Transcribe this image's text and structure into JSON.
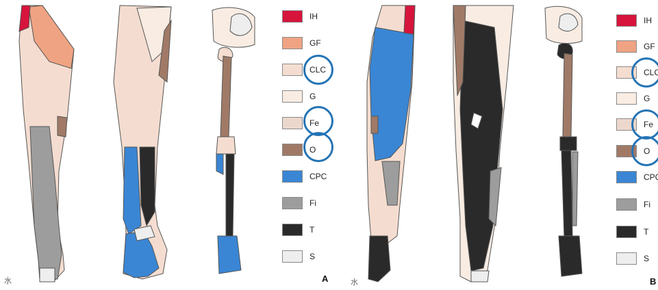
{
  "colors": {
    "IH": "#d7143c",
    "GF": "#efa383",
    "CLC": "#f4ddd0",
    "G": "#f8ece3",
    "Fe": "#ecd7cc",
    "O": "#a07a66",
    "CPC": "#3a86d4",
    "Fi": "#9d9d9d",
    "T": "#2a2a2a",
    "S": "#eeeeee",
    "outline": "#555555",
    "circle": "#2474b5"
  },
  "legend_a": [
    {
      "code": "IH",
      "label": "IH"
    },
    {
      "code": "GF",
      "label": "GF"
    },
    {
      "code": "CLC",
      "label": "CLC"
    },
    {
      "code": "G",
      "label": "G"
    },
    {
      "code": "Fe",
      "label": "Fe"
    },
    {
      "code": "O",
      "label": "O"
    },
    {
      "code": "CPC",
      "label": "CPC"
    },
    {
      "code": "Fi",
      "label": "Fi"
    },
    {
      "code": "T",
      "label": "T"
    },
    {
      "code": "S",
      "label": "S"
    }
  ],
  "legend_b": [
    {
      "code": "IH",
      "label": "IH"
    },
    {
      "code": "GF",
      "label": "GF"
    },
    {
      "code": "CLC",
      "label": "CLC"
    },
    {
      "code": "G",
      "label": "G"
    },
    {
      "code": "Fe",
      "label": "Fe"
    },
    {
      "code": "O",
      "label": "O"
    },
    {
      "code": "CPC",
      "label": "CPC"
    },
    {
      "code": "Fi",
      "label": "Fi"
    },
    {
      "code": "T",
      "label": "T"
    },
    {
      "code": "S",
      "label": "S"
    }
  ],
  "panel_a": "A",
  "panel_b": "B"
}
